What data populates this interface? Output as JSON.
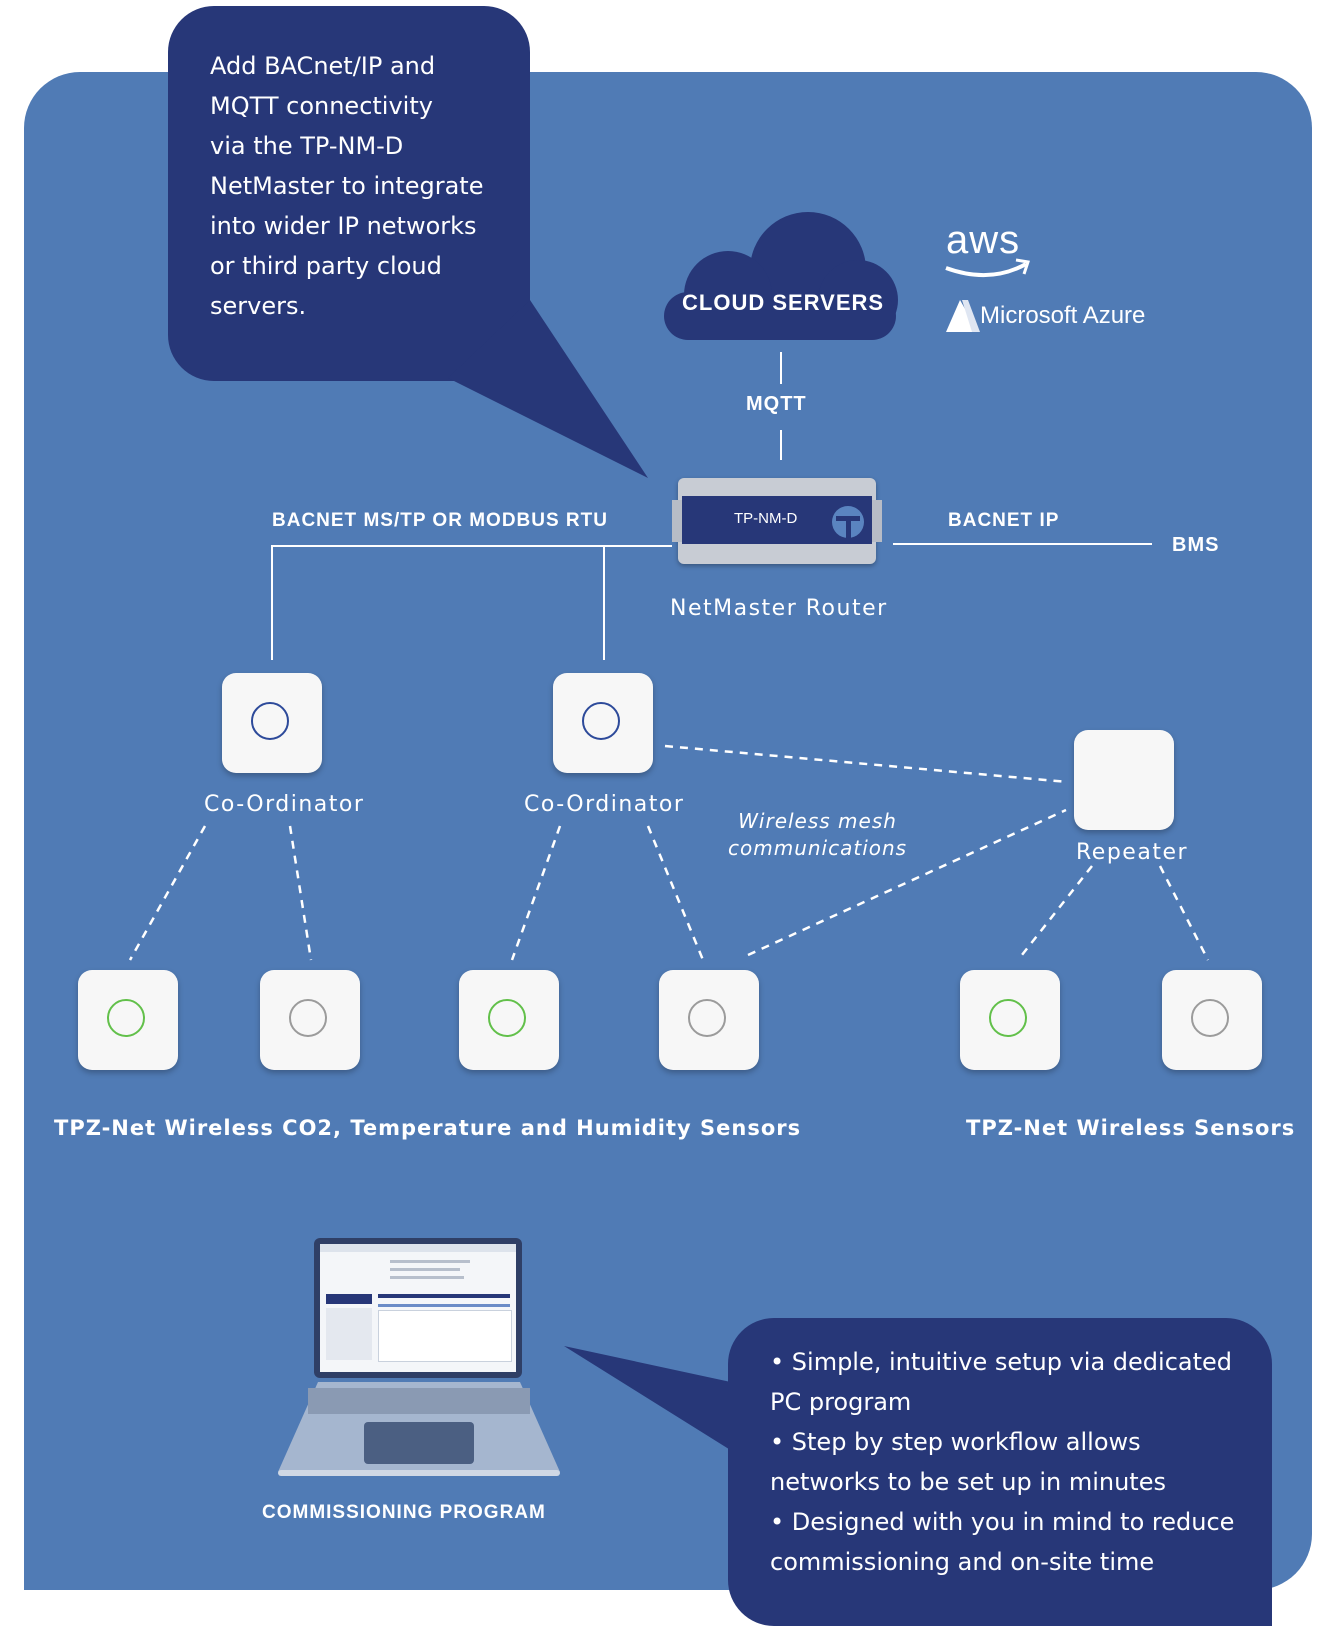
{
  "top_callout": {
    "text": [
      "Add BACnet/IP and",
      "MQTT connectivity",
      "via the TP-NM-D",
      "NetMaster to integrate",
      "into wider IP networks",
      "or third party cloud",
      "servers."
    ]
  },
  "cloud": {
    "label": "CLOUD SERVERS"
  },
  "logos": {
    "aws": "aws",
    "azure": "Microsoft Azure"
  },
  "links": {
    "mqtt": "MQTT",
    "bacnet_mstp": "BACNET MS/TP OR MODBUS RTU",
    "bacnet_ip": "BACNET IP",
    "bms": "BMS"
  },
  "router": {
    "device_label": "TP-NM-D",
    "name": "NetMaster Router"
  },
  "nodes": {
    "coordinator_1": "Co-Ordinator",
    "coordinator_2": "Co-Ordinator",
    "repeater": "Repeater",
    "wireless_mesh": [
      "Wireless mesh",
      "communications"
    ]
  },
  "sensor_groups": {
    "left": "TPZ-Net Wireless CO2, Temperature and Humidity Sensors",
    "right": "TPZ-Net Wireless Sensors"
  },
  "commissioning": {
    "label": "COMMISSIONING PROGRAM"
  },
  "bottom_callout": {
    "lines": [
      "• Simple, intuitive setup via dedicated",
      "PC program",
      "• Step by step workflow allows",
      "networks to be set up in minutes",
      "• Designed with you in mind to reduce",
      "commissioning and on-site time"
    ]
  },
  "colors": {
    "panel": "#507bb5",
    "callout": "#273778",
    "cloud": "#273778",
    "ring_blue": "#2d4a9a",
    "ring_green": "#62c04a",
    "ring_grey": "#9b9b9b"
  }
}
